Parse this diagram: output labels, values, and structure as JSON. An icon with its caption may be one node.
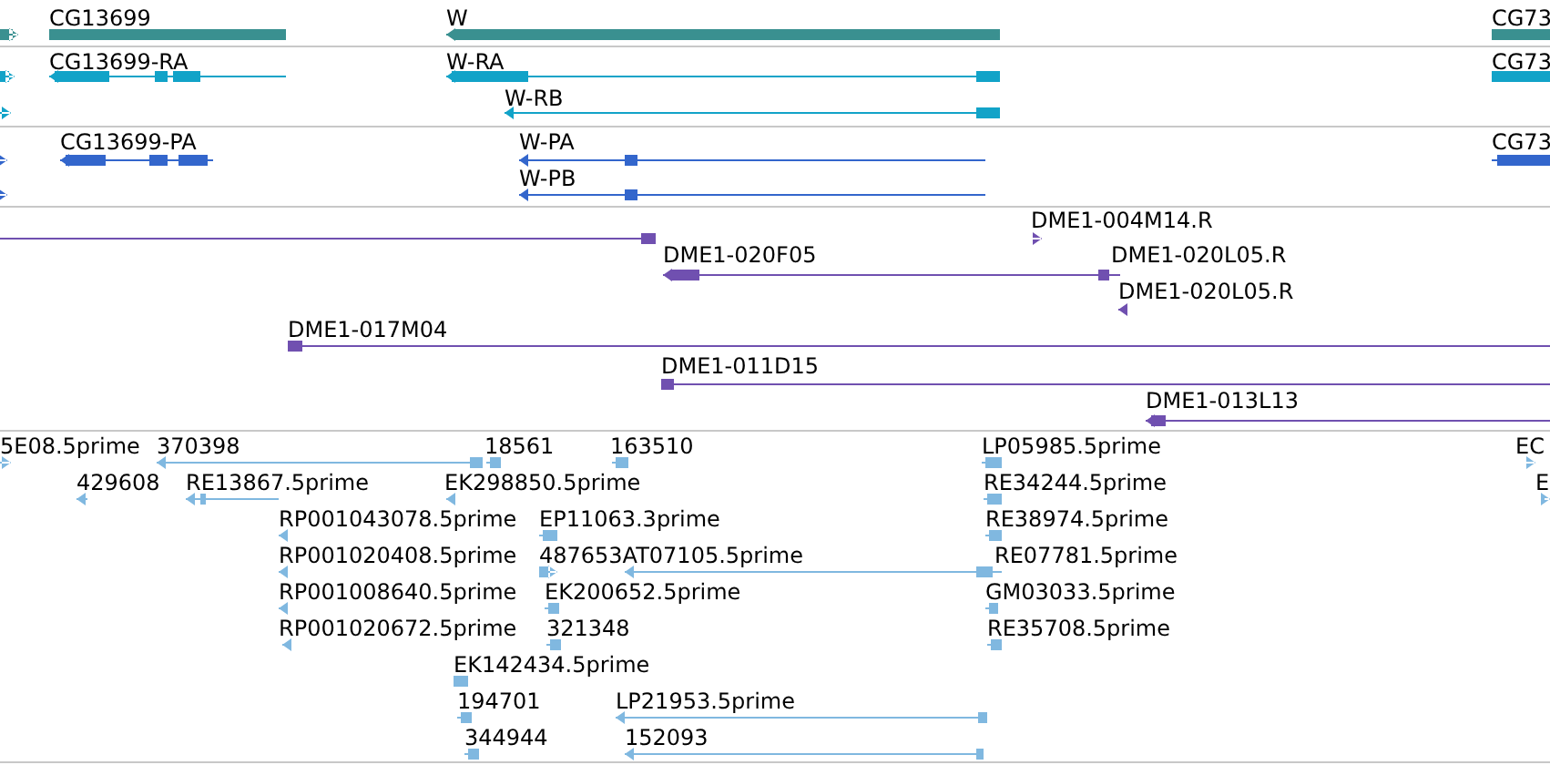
{
  "diagram": {
    "labels": [
      "CG13699",
      "W",
      "CG73",
      "CG13699-RA",
      "W-RA",
      "CG73",
      "W-RB",
      "CG13699-PA",
      "W-PA",
      "CG73",
      "W-PB",
      "DME1-004M14.R",
      "DME1-020F05",
      "DME1-020L05.R",
      "DME1-020L05.R",
      "DME1-017M04",
      "DME1-011D15",
      "DME1-013L13",
      "5E08.5prime",
      "370398",
      "18561",
      "163510",
      "LP05985.5prime",
      "EC",
      "429608",
      "RE13867.5prime",
      "EK298850.5prime",
      "RE34244.5prime",
      "E",
      "RP001043078.5prime",
      "EP11063.3prime",
      "RE38974.5prime",
      "RP001020408.5prime",
      "487653AT07105.5prime",
      "RE07781.5prime",
      "RP001008640.5prime",
      "EK200652.5prime",
      "GM03033.5prime",
      "RP001020672.5prime",
      "321348",
      "RE35708.5prime",
      "EK142434.5prime",
      "194701",
      "LP21953.5prime",
      "344944",
      "152093"
    ]
  }
}
